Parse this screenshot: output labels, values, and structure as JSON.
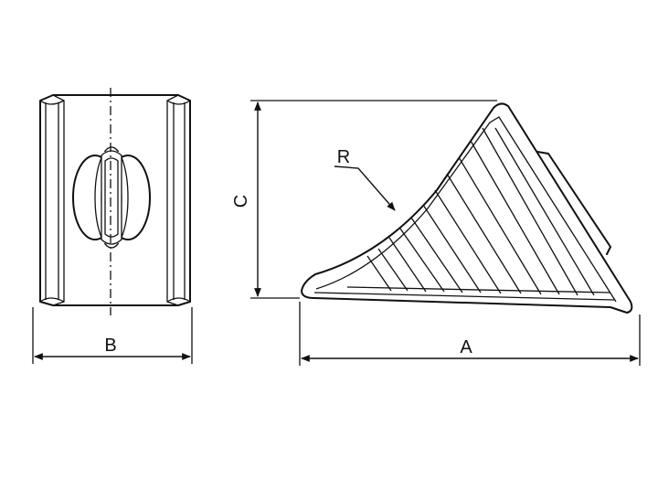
{
  "dimensions": {
    "width_label": "B",
    "length_label": "A",
    "height_label": "C",
    "radius_label": "R"
  },
  "colors": {
    "line": "#111111",
    "background": "#ffffff"
  }
}
